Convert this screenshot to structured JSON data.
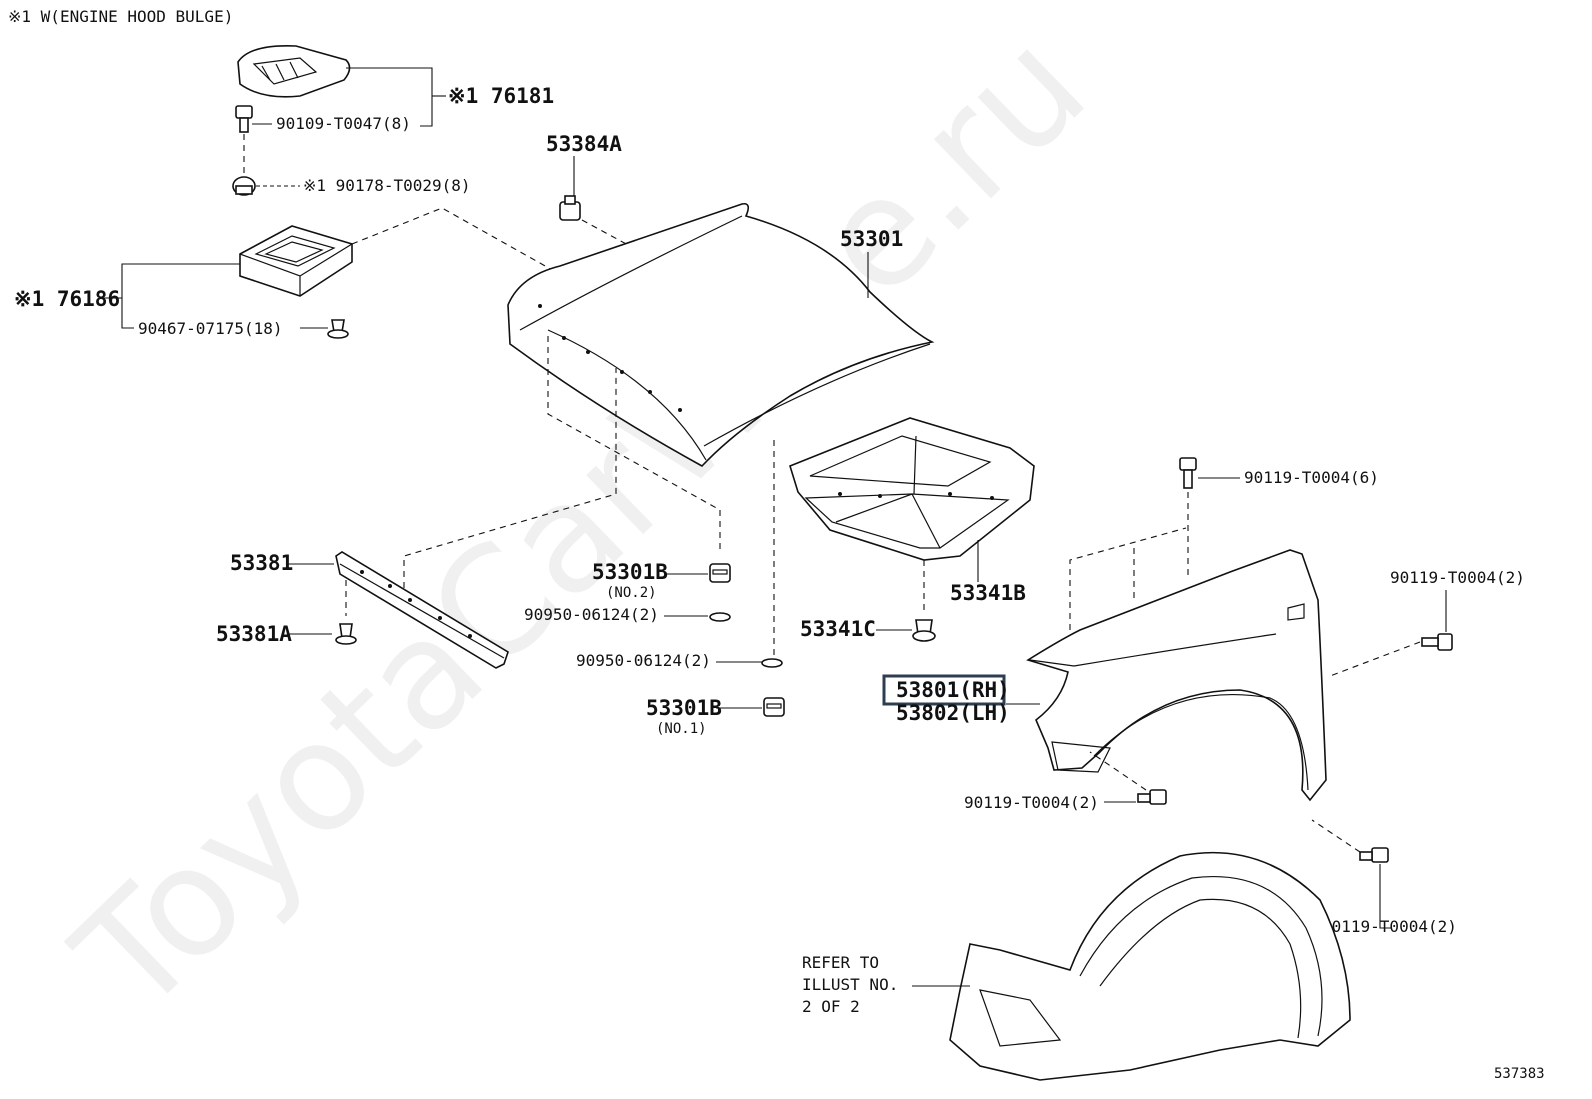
{
  "header_note": "※1 W(ENGINE HOOD BULGE)",
  "figure_number": "537383",
  "watermark": "ToyotaCarWine.ru",
  "callouts": {
    "bulge": "※1 76181",
    "screw_bulge": "90109-T0047(8)",
    "nut_bulge": "※1 90178-T0029(8)",
    "bulge_seal": "※1 76186",
    "clip_seal": "90467-07175(18)",
    "hood_stopper": "53384A",
    "hood": "53301",
    "hood_insulator": "53341B",
    "insulator_clip": "53341C",
    "seal_strip": "53381",
    "seal_clip": "53381A",
    "cushion_no2": "53301B",
    "cushion_no2_sub": "(NO.2)",
    "ring_upper": "90950-06124(2)",
    "ring_lower": "90950-06124(2)",
    "cushion_no1": "53301B",
    "cushion_no1_sub": "(NO.1)",
    "fender_rh": "53801(RH)",
    "fender_lh": "53802(LH)",
    "bolt_top": "90119-T0004(6)",
    "bolt_right": "90119-T0004(2)",
    "bolt_bottom": "90119-T0004(2)",
    "bolt_lower_right": "90119-T0004(2)",
    "refer_line1": "REFER TO",
    "refer_line2": "ILLUST NO.",
    "refer_line3": "2 OF 2"
  },
  "colors": {
    "line": "#111111",
    "highlight": "#2c3e50",
    "background": "#ffffff"
  }
}
